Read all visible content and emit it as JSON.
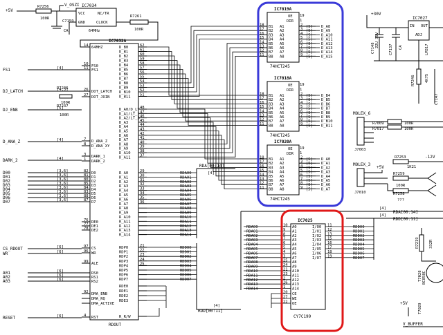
{
  "top": {
    "plus5v": "+5V",
    "r7256": {
      "ref": "R7256",
      "val": "100R"
    },
    "v_oszi": "V_OSZI",
    "ic7034": {
      "ref": "IC7034",
      "vcc": "VCC",
      "nc_tr": "NC/TR",
      "gnd": "GND",
      "clock": "CLOCK",
      "freq": "64MHz"
    },
    "c7159": {
      "ref": "C7159",
      "val": "CA"
    },
    "r7261": {
      "ref": "R7261",
      "val": "100R"
    }
  },
  "left_signals": {
    "fs1": {
      "name": "FS1",
      "bus": "[4]"
    },
    "dj_latch": {
      "name": "DJ_LATCH",
      "bus": "[4,5]",
      "r_ref": "R7236",
      "r_val": "100R"
    },
    "dj_enb": {
      "name": "DJ_ENB",
      "bus": "[5]",
      "r_ref": "R7237",
      "r_val": "100R"
    },
    "d_ana_z": {
      "name": "D_ANA_Z",
      "bus": "[4]"
    },
    "dark_z": {
      "name": "DARK_2",
      "bus": "[4]"
    },
    "data": [
      {
        "name": "D00",
        "bus": "[3,6]"
      },
      {
        "name": "D01",
        "bus": "[3,6]"
      },
      {
        "name": "D02",
        "bus": "[3,6]"
      },
      {
        "name": "D03",
        "bus": "[3,6]"
      },
      {
        "name": "D04",
        "bus": "[3,6]"
      },
      {
        "name": "D05",
        "bus": "[3,6]"
      },
      {
        "name": "D06",
        "bus": "[3,6]"
      },
      {
        "name": "D07",
        "bus": "[3,6]"
      }
    ],
    "cs_rdout": {
      "name": "CS_RDOUT",
      "bus": "[6]"
    },
    "wr": {
      "name": "WR",
      "bus": "[6]"
    },
    "addr": [
      {
        "name": "A01",
        "bus": "[6]"
      },
      {
        "name": "A02",
        "bus": "[6]"
      },
      {
        "name": "A03",
        "bus": "[6]"
      }
    ],
    "reset": {
      "name": "RESET",
      "bus": "[6]"
    }
  },
  "ic7032a": {
    "ref": "IC7032A",
    "bottom": "RDOUT",
    "left_pins": [
      {
        "num": "14",
        "name": "64MHZ"
      },
      {
        "num": "10",
        "name": "FS0"
      },
      {
        "num": "11",
        "name": "FS1"
      },
      {
        "num": "26",
        "name": "DOT_LATCH"
      },
      {
        "num": "27",
        "name": "DOT_JOIN"
      },
      {
        "num": "7",
        "name": "D_ANA_Z"
      },
      {
        "num": "8",
        "name": "D_ANA_XY"
      },
      {
        "num": "3",
        "name": "DARK_1"
      },
      {
        "num": "1",
        "name": "DARK_2"
      },
      {
        "num": "82",
        "name": "D0"
      },
      {
        "num": "81",
        "name": "D1"
      },
      {
        "num": "80",
        "name": "D2"
      },
      {
        "num": "85",
        "name": "D3"
      },
      {
        "num": "84",
        "name": "D4"
      },
      {
        "num": "83",
        "name": "D5"
      },
      {
        "num": "88",
        "name": "D6"
      },
      {
        "num": "87",
        "name": "D7"
      },
      {
        "num": "76",
        "name": "DE0"
      },
      {
        "num": "77",
        "name": "DE1"
      },
      {
        "num": "78",
        "name": "DE2"
      },
      {
        "num": "97",
        "name": "CS"
      },
      {
        "num": "96",
        "name": "WR"
      },
      {
        "num": "99",
        "name": "ALE"
      },
      {
        "num": "",
        "name": "RS0"
      },
      {
        "num": "",
        "name": "RS1"
      },
      {
        "num": "",
        "name": "RS2"
      },
      {
        "num": "92",
        "name": "DMA_ENB"
      },
      {
        "num": "",
        "name": "DMA_RQ"
      },
      {
        "num": "",
        "name": "DMA_ACTIVE"
      },
      {
        "num": "4",
        "name": "RST"
      }
    ],
    "right_top": [
      {
        "num": "62",
        "name": "D_B0"
      },
      {
        "num": "61",
        "name": "D_B1"
      },
      {
        "num": "60",
        "name": "D_B2"
      },
      {
        "num": "59",
        "name": "D_B3"
      },
      {
        "num": "58",
        "name": "D_B4"
      },
      {
        "num": "57",
        "name": "D_B5"
      },
      {
        "num": "56",
        "name": "D_B6"
      },
      {
        "num": "55",
        "name": "D_B7"
      },
      {
        "num": "54",
        "name": "D_B8"
      },
      {
        "num": "53",
        "name": "D_B9"
      },
      {
        "num": "52",
        "name": "D_B10"
      },
      {
        "num": "51",
        "name": "D_B11"
      }
    ],
    "right_mid": [
      {
        "num": "48",
        "name": "D_A0/D_LT"
      },
      {
        "num": "47",
        "name": "D_A1/LT_1"
      },
      {
        "num": "46",
        "name": "D_A2/LT_3"
      },
      {
        "num": "45",
        "name": "D_A3"
      },
      {
        "num": "44",
        "name": "D_A4"
      },
      {
        "num": "43",
        "name": "D_A5"
      },
      {
        "num": "42",
        "name": "D_A6"
      },
      {
        "num": "41",
        "name": "D_A7"
      },
      {
        "num": "40",
        "name": "D_A8"
      },
      {
        "num": "39",
        "name": "D_A9"
      },
      {
        "num": "38",
        "name": "D_A10"
      },
      {
        "num": "37",
        "name": "D_A11"
      }
    ],
    "right_low": [
      {
        "num": "29",
        "name": "R_A0"
      },
      {
        "num": "30",
        "name": "R_A1"
      },
      {
        "num": "31",
        "name": "R_A2"
      },
      {
        "num": "32",
        "name": "R_A3"
      },
      {
        "num": "33",
        "name": "R_A4"
      },
      {
        "num": "34",
        "name": "R_A5"
      },
      {
        "num": "35",
        "name": "R_A6"
      },
      {
        "num": "36",
        "name": "R_A7"
      },
      {
        "num": "",
        "name": "R_A8"
      },
      {
        "num": "",
        "name": "R_A9"
      },
      {
        "num": "",
        "name": "R_A10"
      },
      {
        "num": "",
        "name": "R_A11"
      },
      {
        "num": "",
        "name": "R_A12"
      },
      {
        "num": "",
        "name": "R_A13"
      },
      {
        "num": "",
        "name": "R_A14"
      }
    ],
    "right_rdp": [
      {
        "num": "21",
        "name": "RDP0"
      },
      {
        "num": "22",
        "name": "RDP1"
      },
      {
        "num": "23",
        "name": "RDP2"
      },
      {
        "num": "24",
        "name": "RDP3"
      },
      {
        "num": "25",
        "name": "RDP4"
      },
      {
        "num": "",
        "name": "RDP5"
      },
      {
        "num": "",
        "name": "RDP6"
      },
      {
        "num": "",
        "name": "RDP7"
      }
    ],
    "right_rde": [
      {
        "num": "",
        "name": "RDE0"
      },
      {
        "num": "",
        "name": "RDE1"
      },
      {
        "num": "",
        "name": "RDE2"
      },
      {
        "num": "",
        "name": "RDE3"
      }
    ],
    "rw": {
      "num": "",
      "name": "R_R/W"
    }
  },
  "rda_labels": [
    "RDA00",
    "RDA01",
    "RDA02",
    "RDA03",
    "RDA04",
    "RDA05",
    "RDA06",
    "RDA07",
    "RDA08",
    "RDA09",
    "RDA10",
    "RDA11",
    "RDA12",
    "RDA13",
    "RDA14"
  ],
  "rdd_labels": [
    "RDD00",
    "RDD01",
    "RDD02",
    "RDD03",
    "RDD04",
    "RDD05",
    "RDD06",
    "RDD07"
  ],
  "bus_labels": {
    "rda_mid": "RDA[00:14]",
    "rda_mid_ref": "[4]",
    "rdd_low": "RDD[00:11]",
    "rdd_low_ref": "[4]",
    "rda_right": "RDA[00:14]",
    "rda_right_ref": "[4]",
    "rdd_right": "RDD[00:11]",
    "rdd_right_ref": "[4]"
  },
  "ic7019a": {
    "ref": "IC7019A",
    "type": "74HCT245",
    "oe": "OE",
    "dir": "DIR",
    "pin19": "19",
    "pin1": "1",
    "b_pins": [
      "B1",
      "B2",
      "B3",
      "B4",
      "B5",
      "B6",
      "B7",
      "B8"
    ],
    "a_pins": [
      "A1",
      "A2",
      "A3",
      "A4",
      "A5",
      "A6",
      "A7",
      "A8"
    ],
    "b_nums": [
      "18",
      "17",
      "16",
      "15",
      "14",
      "13",
      "12",
      "11"
    ],
    "a_nums": [
      "2",
      "3",
      "4",
      "5",
      "6",
      "7",
      "8",
      "9"
    ],
    "refs": "[5]",
    "outputs": [
      "D_A8",
      "D_A9",
      "D_A10",
      "D_A11",
      "D_A12",
      "D_A13",
      "D_A14",
      "D_A15"
    ]
  },
  "ic7018a": {
    "ref": "IC7018A",
    "type": "74HCT245",
    "oe": "OE",
    "dir": "DIR",
    "pin19": "19",
    "pin1": "1",
    "b_pins": [
      "B1",
      "B2",
      "B3",
      "B4",
      "B5",
      "B6",
      "B7",
      "B8"
    ],
    "a_pins": [
      "A1",
      "A2",
      "A3",
      "A4",
      "A5",
      "A6",
      "A7",
      "A8"
    ],
    "b_nums": [
      "18",
      "17",
      "16",
      "15",
      "14",
      "13",
      "12",
      "11"
    ],
    "a_nums": [
      "2",
      "3",
      "4",
      "5",
      "6",
      "7",
      "8",
      "9"
    ],
    "refs": "[5]",
    "outputs": [
      "D_B4",
      "D_B5",
      "D_B6",
      "D_B7",
      "D_B8",
      "D_B9",
      "D_B10",
      "D_B11"
    ]
  },
  "ic7020a": {
    "ref": "IC7020A",
    "type": "74HCT245",
    "oe": "OE",
    "dir": "DIR",
    "pin19": "19",
    "pin1": "1",
    "b_pins": [
      "B1",
      "B2",
      "B3",
      "B4",
      "B5",
      "B6",
      "B7",
      "B8"
    ],
    "a_pins": [
      "A1",
      "A2",
      "A3",
      "A4",
      "A5",
      "A6",
      "A7",
      "A8"
    ],
    "b_nums": [
      "18",
      "17",
      "16",
      "15",
      "14",
      "13",
      "12",
      "11"
    ],
    "a_nums": [
      "2",
      "3",
      "4",
      "5",
      "6",
      "7",
      "8",
      "9"
    ],
    "refs": "[5]",
    "outputs": [
      "D_A0",
      "D_A1",
      "D_A2",
      "D_A3",
      "D_A4",
      "D_A5",
      "D_A6",
      "D_A7"
    ]
  },
  "ic7025": {
    "ref": "IC7025",
    "type": "CY7C199",
    "a_pins": [
      "A0",
      "A1",
      "A2",
      "A3",
      "A4",
      "A5",
      "A6",
      "A7",
      "A8",
      "A9",
      "A10",
      "A11",
      "A12",
      "A13",
      "A14"
    ],
    "a_nums": [
      "10",
      "9",
      "8",
      "7",
      "6",
      "5",
      "4",
      "3",
      "25",
      "24",
      "21",
      "23",
      "2",
      "26",
      "1"
    ],
    "io_pins": [
      "I/O0",
      "I/O1",
      "I/O2",
      "I/O3",
      "I/O4",
      "I/O5",
      "I/O6",
      "I/O7"
    ],
    "io_nums": [
      "11",
      "12",
      "13",
      "15",
      "16",
      "17",
      "18",
      "19"
    ],
    "ctrl": [
      "CE",
      "WE",
      "OE"
    ],
    "ctrl_nums": [
      "20",
      "27",
      "22"
    ]
  },
  "right_side": {
    "plus30v": "+30V",
    "ic7027": {
      "ref": "IC7027",
      "in": "IN",
      "out": "OUT",
      "adj": "ADJ",
      "type": "LM317"
    },
    "c7148": "C7148",
    "c7148_val": "22U 35V",
    "c7137": "C7137",
    "c7137_val": "CA",
    "r7246": "R7246",
    "r7246_val": "4K75",
    "c7147": "C7147",
    "molex6": "MOLEX_6",
    "r7009": {
      "ref": "R7009",
      "val": "100R"
    },
    "r7017": {
      "ref": "R7017",
      "val": "100R"
    },
    "j7003": "J7003",
    "molex3": "MOLEX_3",
    "plus5v_b": "+5V",
    "r7253": {
      "ref": "R7253",
      "val": "1K21"
    },
    "r7259": {
      "ref": "R7259",
      "val": "100R"
    },
    "r7258": {
      "ref": "R7258",
      "val": "???"
    },
    "minus12v": "-12V",
    "j7010": "J7010",
    "r7219": "R7219",
    "r332": "332R",
    "t7028": "T7028",
    "bc858c": "BC858C",
    "t7029": "T7029",
    "plus5v_c": "+5V",
    "v_buffer": "V_BUFFER"
  },
  "highlight_colors": {
    "blue": "#3a3ad8",
    "red": "#e01818"
  }
}
